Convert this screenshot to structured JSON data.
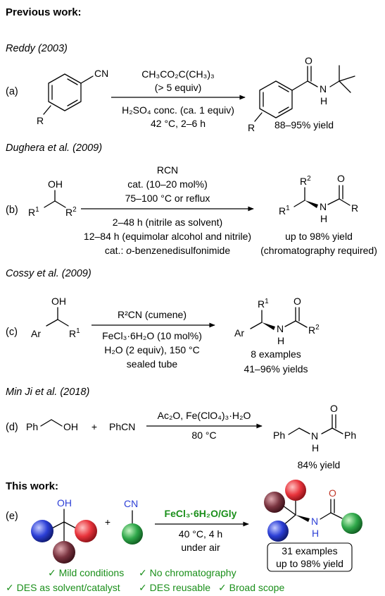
{
  "headers": {
    "previous": "Previous work:",
    "this_work": "This work:"
  },
  "a": {
    "label": "(a)",
    "ref": "Reddy (2003)",
    "reagent1": "CH₃CO₂C(CH₃)₃",
    "reagent2": "(> 5 equiv)",
    "cond1": "H₂SO₄ conc. (ca. 1 equiv)",
    "cond2": "42 °C, 2–6 h",
    "yield": "88–95% yield",
    "atoms": {
      "cn": "CN",
      "r": "R",
      "o": "O",
      "n": "N",
      "h": "H",
      "r2": "R"
    }
  },
  "b": {
    "label": "(b)",
    "ref": "Dughera et al. (2009)",
    "top1": "RCN",
    "top2": "cat. (10–20 mol%)",
    "top3": "75–100 °C or reflux",
    "bot1": "2–48 h (nitrile as solvent)",
    "bot2": "12–84 h (equimolar alcohol and nitrile)",
    "bot3_prefix": "cat.: ",
    "bot3_italic": "o",
    "bot3_rest": "-benzenedisulfonimide",
    "yield": "up to 98% yield",
    "note": "(chromatography required)",
    "atoms": {
      "oh": "OH",
      "r1": "R",
      "r2": "R",
      "o": "O",
      "n": "N",
      "h": "H",
      "r": "R",
      "p_r1": "R",
      "p_r2": "R",
      "s1": "1",
      "s2": "2"
    }
  },
  "c": {
    "label": "(c)",
    "ref": "Cossy et al. (2009)",
    "top1": "R²CN (cumene)",
    "bot1": "FeCl₃·6H₂O (10 mol%)",
    "bot2": "H₂O (2 equiv), 150 °C",
    "bot3": "sealed tube",
    "examples": "8 examples",
    "yield": "41–96% yields",
    "atoms": {
      "oh": "OH",
      "ar": "Ar",
      "r1": "R",
      "o": "O",
      "n": "N",
      "h": "H",
      "p_ar": "Ar",
      "p_r1": "R",
      "p_r2": "R",
      "s1": "1",
      "s2": "2"
    }
  },
  "d": {
    "label": "(d)",
    "ref": "Min Ji et al. (2018)",
    "reactant1_ph": "Ph",
    "reactant1_oh": "OH",
    "plus": "+",
    "reactant2": "PhCN",
    "top1": "Ac₂O, Fe(ClO₄)₃·H₂O",
    "bot1": "80 °C",
    "yield": "84% yield",
    "atoms": {
      "ph": "Ph",
      "o": "O",
      "n": "N",
      "h": "H",
      "ph2": "Ph"
    }
  },
  "e": {
    "label": "(e)",
    "plus": "+",
    "catalyst": "FeCl₃·6H₂O/Gly",
    "cond1": "40 °C, 4 h",
    "cond2": "under air",
    "examples": "31 examples",
    "yield": "up to 98% yield",
    "atoms": {
      "oh": "OH",
      "cn": "CN",
      "o": "O",
      "n": "N",
      "h": "H"
    }
  },
  "features": {
    "row1": [
      "✓ Mild conditions",
      "✓ No chromatography"
    ],
    "row2": [
      "✓ DES as solvent/catalyst",
      "✓ DES reusable",
      "✓ Broad scope"
    ]
  },
  "colors": {
    "accent_green": "#1a8f1a",
    "red_sphere": "#e8343c",
    "blue_sphere": "#2c3fd6",
    "green_sphere": "#2fa84a",
    "maroon_sphere": "#7a3440",
    "heteroatom_red": "#c0392b",
    "heteroatom_blue": "#2c3fd6"
  }
}
